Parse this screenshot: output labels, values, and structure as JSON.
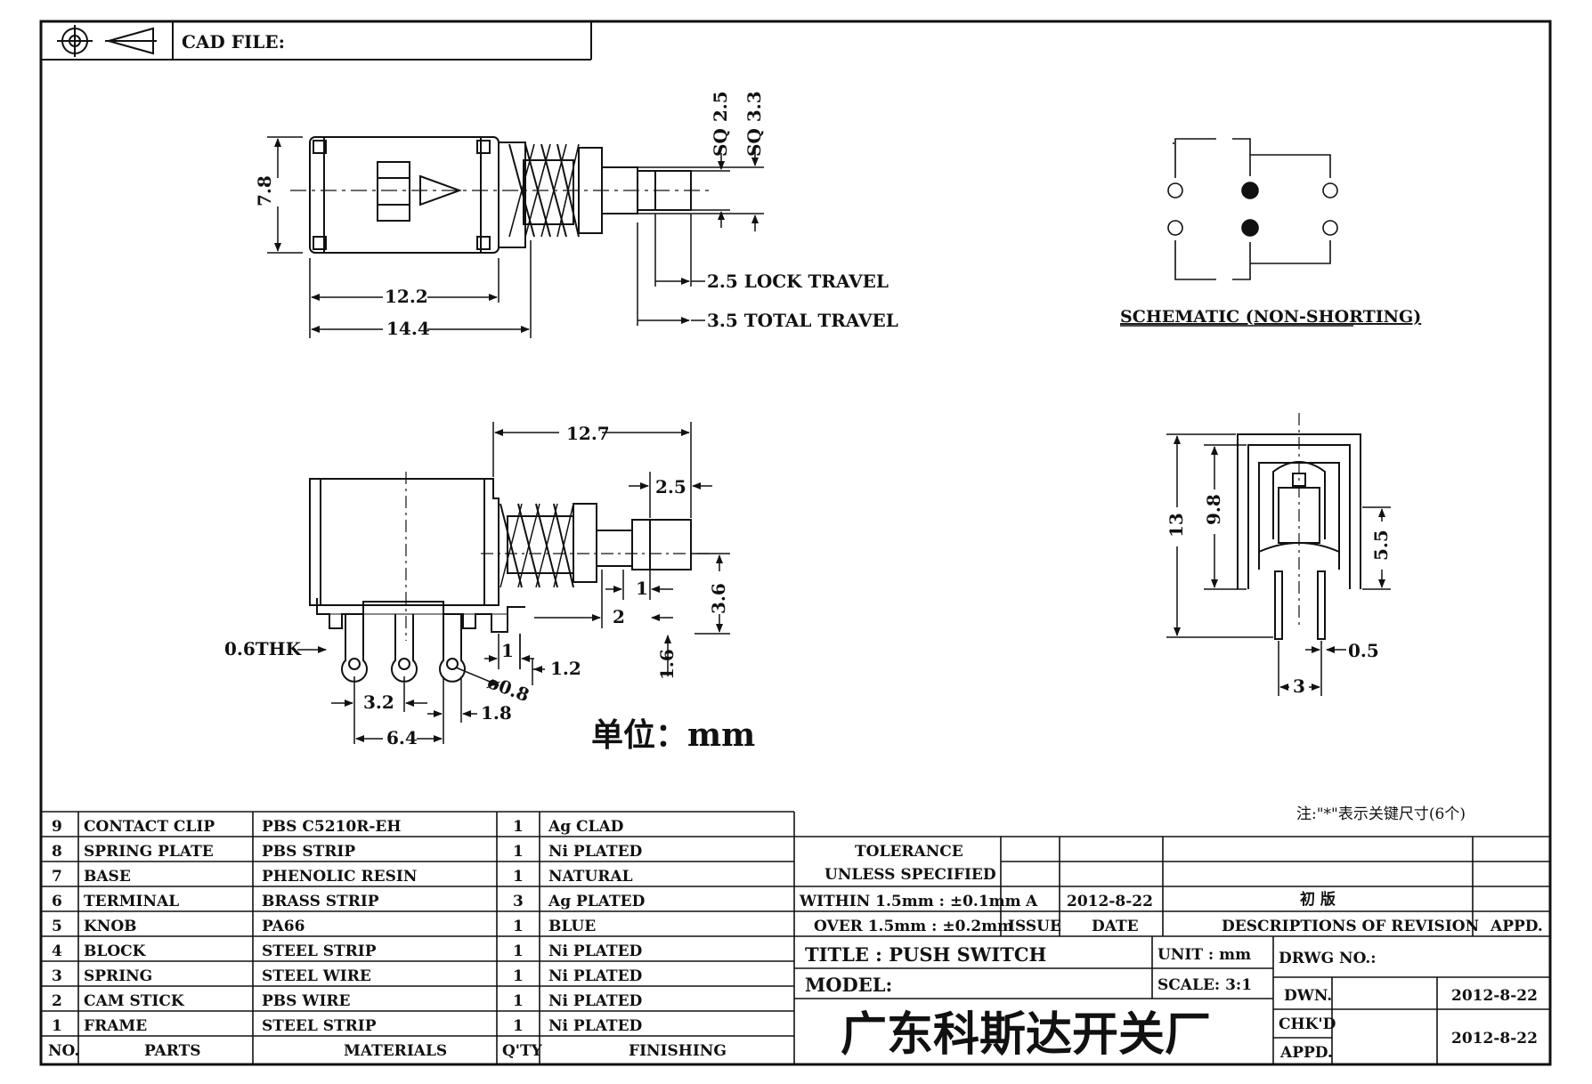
{
  "header": {
    "cad_file_label": "CAD FILE:"
  },
  "top_view": {
    "dim_height": "7.8",
    "dim_body": "12.2",
    "dim_total": "14.4",
    "dim_sq_small": "SQ 2.5",
    "dim_sq_large": "SQ 3.3",
    "lock_travel": "2.5 LOCK TRAVEL",
    "total_travel": "3.5 TOTAL TRAVEL"
  },
  "schematic": {
    "label": "SCHEMATIC (NON-SHORTING)"
  },
  "side_view": {
    "dim_width": "12.7",
    "dim_plunger": "2.5",
    "dim_36": "3.6",
    "dim_1a": "1",
    "dim_2": "2",
    "dim_1b": "1",
    "dim_12": "1.2",
    "dim_16": "1.6",
    "thk": "0.6THK",
    "hole": "ø0.8",
    "dim_32": "3.2",
    "dim_18": "1.8",
    "dim_64": "6.4",
    "unit_label": "单位：mm"
  },
  "end_view": {
    "dim_13": "13",
    "dim_98": "9.8",
    "dim_55": "5.5",
    "dim_05": "0.5",
    "dim_3": "3"
  },
  "note": "注:\"*\"表示关键尺寸(6个)",
  "parts": {
    "rows": [
      {
        "no": "9",
        "part": "CONTACT CLIP",
        "material": "PBS C5210R-EH",
        "qty": "1",
        "finish": "Ag CLAD"
      },
      {
        "no": "8",
        "part": "SPRING PLATE",
        "material": "PBS STRIP",
        "qty": "1",
        "finish": "Ni PLATED"
      },
      {
        "no": "7",
        "part": "BASE",
        "material": "PHENOLIC RESIN",
        "qty": "1",
        "finish": "NATURAL"
      },
      {
        "no": "6",
        "part": "TERMINAL",
        "material": "BRASS STRIP",
        "qty": "3",
        "finish": "Ag PLATED"
      },
      {
        "no": "5",
        "part": "KNOB",
        "material": "PA66",
        "qty": "1",
        "finish": "BLUE"
      },
      {
        "no": "4",
        "part": "BLOCK",
        "material": "STEEL STRIP",
        "qty": "1",
        "finish": "Ni PLATED"
      },
      {
        "no": "3",
        "part": "SPRING",
        "material": "STEEL WIRE",
        "qty": "1",
        "finish": "Ni PLATED"
      },
      {
        "no": "2",
        "part": "CAM STICK",
        "material": "PBS WIRE",
        "qty": "1",
        "finish": "Ni PLATED"
      },
      {
        "no": "1",
        "part": "FRAME",
        "material": "STEEL STRIP",
        "qty": "1",
        "finish": "Ni PLATED"
      }
    ],
    "headers": {
      "no": "NO.",
      "part": "PARTS",
      "material": "MATERIALS",
      "qty": "Q'TY",
      "finish": "FINISHING"
    }
  },
  "tolerance": {
    "line1": "TOLERANCE",
    "line2": "UNLESS  SPECIFIED",
    "line3": "WITHIN 1.5mm : ±0.1mm",
    "line4": "OVER 1.5mm : ±0.2mm"
  },
  "revision": {
    "issue": "A",
    "date": "2012-8-22",
    "description": "初 版",
    "hdr_issue": "ISSUE",
    "hdr_date": "DATE",
    "hdr_desc": "DESCRIPTIONS  OF  REVISION",
    "hdr_appd": "APPD."
  },
  "title_block": {
    "title": "TITLE : PUSH  SWITCH",
    "model": "MODEL:",
    "unit": "UNIT :  mm",
    "scale": "SCALE:  3:1",
    "drwg_no": "DRWG NO.:",
    "dwn": "DWN.",
    "chkd": "CHK'D",
    "appd": "APPD.",
    "dwn_date": "2012-8-22",
    "chk_date": "2012-8-22",
    "company": "广东科斯达开关厂"
  }
}
